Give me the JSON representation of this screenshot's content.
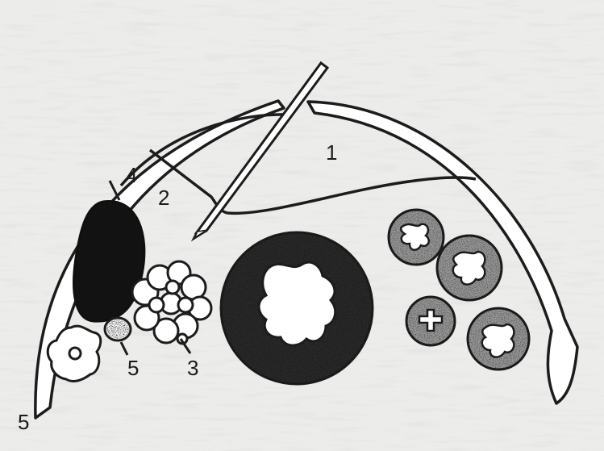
{
  "labels": {
    "needle_region": "1",
    "left_space": "2",
    "grape_cluster": "3",
    "dark_mass": "4",
    "small_nodule": "5",
    "corner": "5"
  },
  "colors": {
    "paper": "#ececea",
    "ink": "#1c1c1c",
    "background_text": "#b9bab8"
  }
}
